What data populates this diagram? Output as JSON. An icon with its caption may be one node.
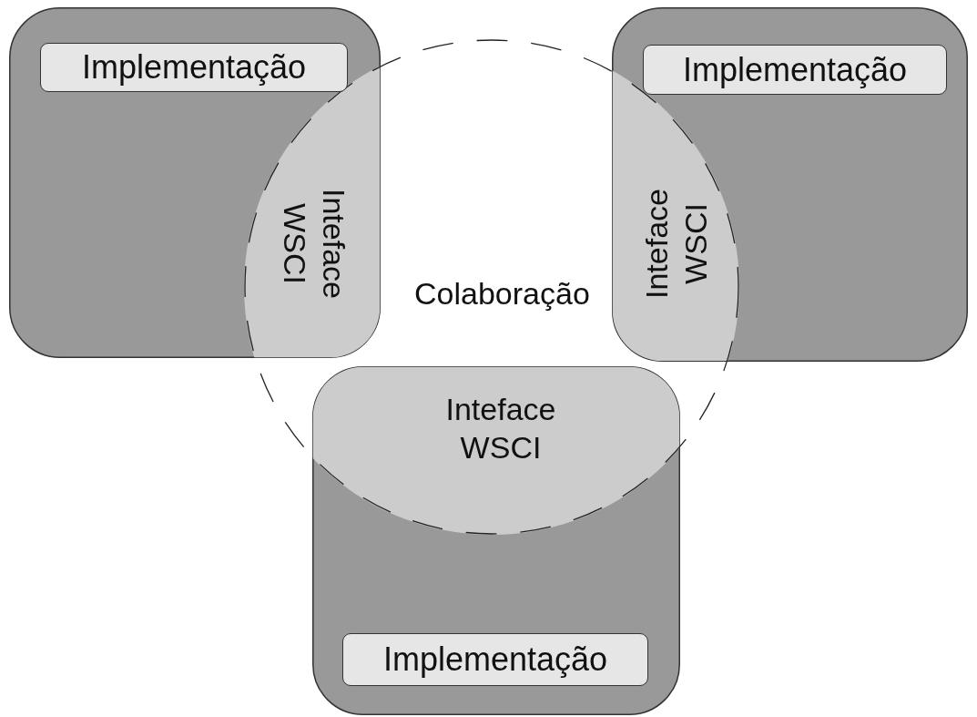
{
  "diagram": {
    "nodes": [
      {
        "text": [],
        "shape": "box"
      },
      {
        "text": [
          "Implementação"
        ],
        "in": 0
      },
      {
        "text": [
          "Inteface WSCI"
        ],
        "in": 0
      },
      {
        "text": [],
        "shape": "box"
      },
      {
        "text": [
          "Implementação"
        ],
        "in": 3
      },
      {
        "text": [
          "Inteface WSCI"
        ],
        "in": 3
      },
      {
        "text": [
          "Colaboração"
        ]
      },
      {
        "text": [],
        "shape": "box"
      },
      {
        "text": [
          "Inteface WSCI"
        ],
        "in": 7
      },
      {
        "text": [
          "Implementação"
        ],
        "in": 7
      }
    ]
  }
}
